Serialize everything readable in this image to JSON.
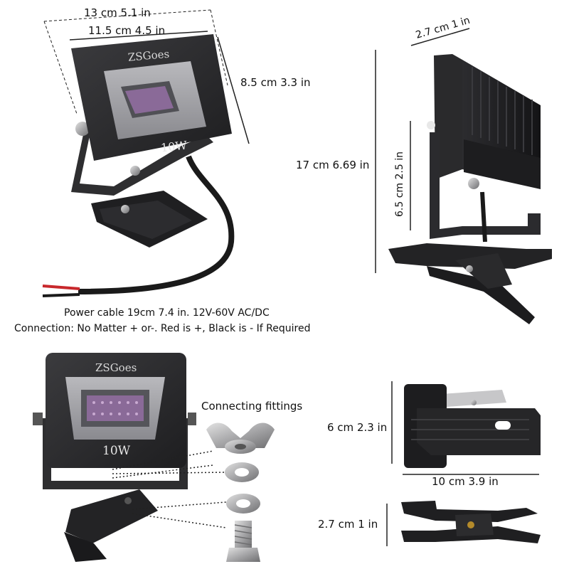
{
  "top_left": {
    "width_outer": "13 cm 5.1 in",
    "width_inner": "11.5 cm 4.5 in",
    "height_panel": "8.5 cm 3.3 in",
    "brand": "ZSGoes",
    "wattage": "10W",
    "cable_line1": "Power cable 19cm 7.4 in. 12V-60V AC/DC",
    "cable_line2": "Connection: No Matter + or-. Red is +, Black is - If Required"
  },
  "top_right": {
    "depth": "2.7 cm 1 in",
    "total_height": "17 cm 6.69 in",
    "bracket_height": "6.5 cm 2.5 in"
  },
  "bottom_left": {
    "brand": "ZSGoes",
    "wattage": "10W",
    "fittings_label": "Connecting fittings"
  },
  "bottom_right": {
    "clip_height": "6 cm 2.3 in",
    "clip_width": "10 cm 3.9 in",
    "clip_thickness": "2.7 cm 1 in"
  },
  "colors": {
    "housing": "#2b2b2d",
    "panel": "#3a3a3d",
    "led_chip": "#8a6a98",
    "red_wire": "#c8282c"
  }
}
